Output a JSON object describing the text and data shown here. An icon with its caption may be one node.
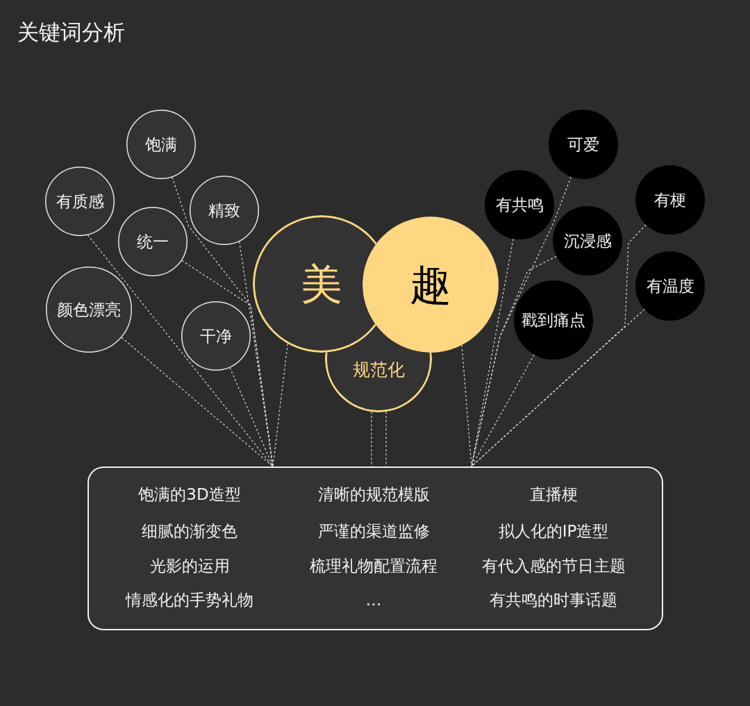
{
  "diagram": {
    "title": "关键词分析",
    "nodes": [
      {
        "text": [
          "饱满"
        ]
      },
      {
        "text": [
          "有质感"
        ]
      },
      {
        "text": [
          "精致"
        ]
      },
      {
        "text": [
          "统一"
        ]
      },
      {
        "text": [
          "颜色漂亮"
        ]
      },
      {
        "text": [
          "干净"
        ]
      },
      {
        "text": [
          "美"
        ]
      },
      {
        "text": [
          "趣"
        ]
      },
      {
        "text": [
          "规范化"
        ]
      },
      {
        "text": [
          "可爱"
        ]
      },
      {
        "text": [
          "有共鸣"
        ]
      },
      {
        "text": [
          "有梗"
        ]
      },
      {
        "text": [
          "沉浸感"
        ]
      },
      {
        "text": [
          "有温度"
        ]
      },
      {
        "text": [
          "戳到痛点"
        ]
      },
      {
        "text": [
          "饱满的3D造型",
          "清晰的规范模版",
          "直播梗",
          "细腻的渐变色",
          "严谨的渠道监修",
          "拟人化的IP造型",
          "光影的运用",
          "梳理礼物配置流程",
          "有代入感的节日主题",
          "情感化的手势礼物",
          "…",
          "有共鸣的时事话题"
        ]
      }
    ],
    "edges": [
      {
        "from": 0,
        "to": 15,
        "arrow": "none",
        "style": "dashed"
      },
      {
        "from": 1,
        "to": 15,
        "arrow": "none",
        "style": "dashed"
      },
      {
        "from": 2,
        "to": 15,
        "arrow": "none",
        "style": "dashed"
      },
      {
        "from": 3,
        "to": 15,
        "arrow": "none",
        "style": "dashed"
      },
      {
        "from": 4,
        "to": 15,
        "arrow": "none",
        "style": "dashed"
      },
      {
        "from": 5,
        "to": 15,
        "arrow": "none",
        "style": "dashed"
      },
      {
        "from": 6,
        "to": 15,
        "arrow": "none",
        "style": "dashed"
      },
      {
        "from": 7,
        "to": 15,
        "arrow": "none",
        "style": "dashed"
      },
      {
        "from": 8,
        "to": 15,
        "arrow": "none",
        "style": "dashed"
      },
      {
        "from": 8,
        "to": 15,
        "arrow": "none",
        "style": "dashed"
      },
      {
        "from": 9,
        "to": 15,
        "arrow": "none",
        "style": "dashed"
      },
      {
        "from": 10,
        "to": 15,
        "arrow": "none",
        "style": "dashed"
      },
      {
        "from": 11,
        "to": 15,
        "arrow": "none",
        "style": "dashed"
      },
      {
        "from": 12,
        "to": 15,
        "arrow": "none",
        "style": "dashed"
      },
      {
        "from": 13,
        "to": 15,
        "arrow": "none",
        "style": "dashed"
      },
      {
        "from": 14,
        "to": 15,
        "arrow": "none",
        "style": "dashed"
      }
    ]
  }
}
